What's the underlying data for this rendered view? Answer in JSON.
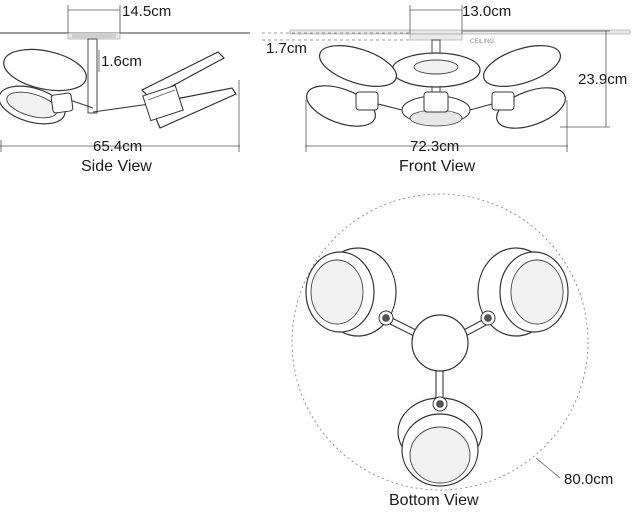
{
  "side_view": {
    "caption": "Side View",
    "dim_canopy": "14.5cm",
    "dim_rod": "1.6cm",
    "dim_width": "65.4cm"
  },
  "front_view": {
    "caption": "Front View",
    "dim_canopy": "13.0cm",
    "dim_canopy_depth": "1.7cm",
    "dim_height": "23.9cm",
    "dim_width": "72.3cm",
    "ceiling_label": "CEILING"
  },
  "bottom_view": {
    "caption": "Bottom View",
    "dim_diameter": "80.0cm"
  }
}
